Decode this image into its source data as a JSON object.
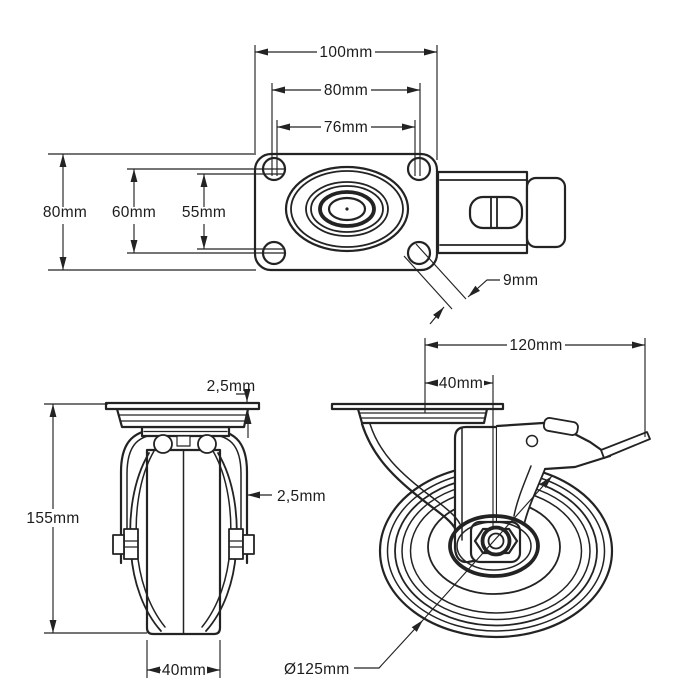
{
  "drawing": {
    "background_color": "#ffffff",
    "line_color": "#232323"
  },
  "dimensions": {
    "plate_width": "100mm",
    "bolt_pattern_width": "80mm",
    "slot_pattern_width": "76mm",
    "plate_depth": "80mm",
    "bolt_pattern_depth": "60mm",
    "slot_pattern_depth": "55mm",
    "bolt_hole_diameter": "9mm",
    "overall_length": "120mm",
    "swivel_offset": "40mm",
    "plate_thickness": "2,5mm",
    "fork_thickness": "2,5mm",
    "overall_height": "155mm",
    "wheel_width": "40mm",
    "wheel_diameter": "Ø125mm"
  }
}
